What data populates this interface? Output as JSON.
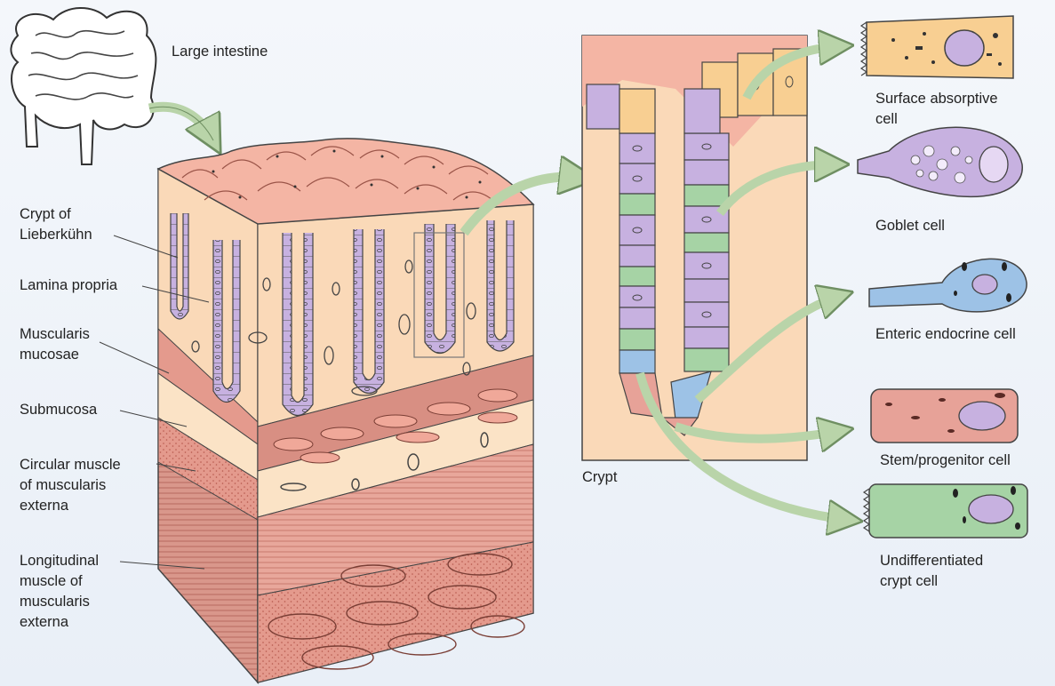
{
  "labels": {
    "large_intestine": "Large intestine",
    "crypt_of_lieberkuhn": "Crypt of\nLieberkühn",
    "lamina_propria": "Lamina propria",
    "muscularis_mucosae": "Muscularis\nmucosae",
    "submucosa": "Submucosa",
    "circular_muscle": "Circular muscle\nof muscularis\nexterna",
    "longitudinal_muscle": "Longitudinal\nmuscle of\nmuscularis\nexterna",
    "crypt": "Crypt"
  },
  "cell_types": [
    {
      "label": "Surface absorptive\ncell",
      "color": "#f8cf92",
      "icon": "surface-absorptive-cell-icon"
    },
    {
      "label": "Goblet cell",
      "color": "#c7b1e0",
      "icon": "goblet-cell-icon"
    },
    {
      "label": "Enteric endocrine cell",
      "color": "#9dc2e6",
      "icon": "enteric-endocrine-cell-icon"
    },
    {
      "label": "Stem/progenitor cell",
      "color": "#e7a298",
      "icon": "stem-progenitor-cell-icon"
    },
    {
      "label": "Undifferentiated\ncrypt cell",
      "color": "#a6d3a5",
      "icon": "undifferentiated-crypt-cell-icon"
    }
  ],
  "colors": {
    "mucosa_surface": "#f4b5a4",
    "lamina_propria": "#fad9b8",
    "muscle": "#d88f83",
    "submucosa": "#fbe3c6",
    "arrow": "#b9d4a9"
  }
}
